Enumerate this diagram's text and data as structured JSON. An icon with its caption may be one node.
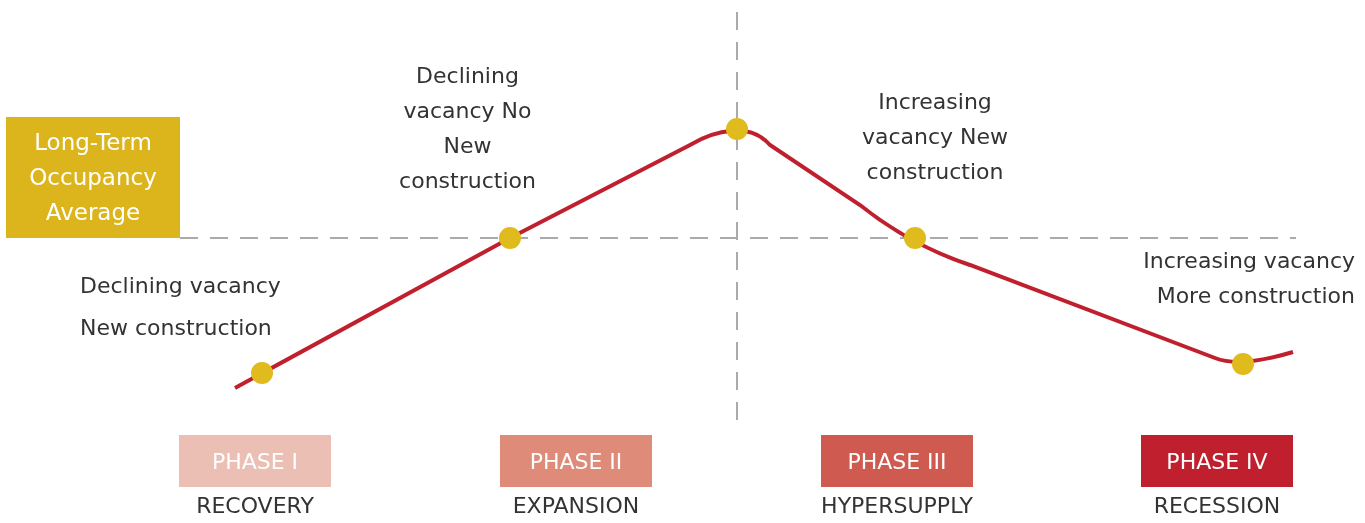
{
  "diagram": {
    "nodes": [
      {
        "text": [
          "Long-Term Occupancy Average"
        ]
      },
      {
        "text": [
          "PHASE I"
        ],
        "beside": [
          "RECOVERY"
        ]
      },
      {
        "text": [
          "PHASE II"
        ],
        "beside": [
          "EXPANSION"
        ]
      },
      {
        "text": [
          "PHASE III"
        ],
        "beside": [
          "HYPERSUPPLY"
        ]
      },
      {
        "text": [
          "PHASE IV"
        ],
        "beside": [
          "RECESSION"
        ]
      }
    ],
    "edges": [],
    "labels": [
      "Declining vacancy New construction",
      "Declining vacancy No New construction",
      "Increasing vacancy New construction",
      "Increasing vacancy More construction"
    ]
  }
}
